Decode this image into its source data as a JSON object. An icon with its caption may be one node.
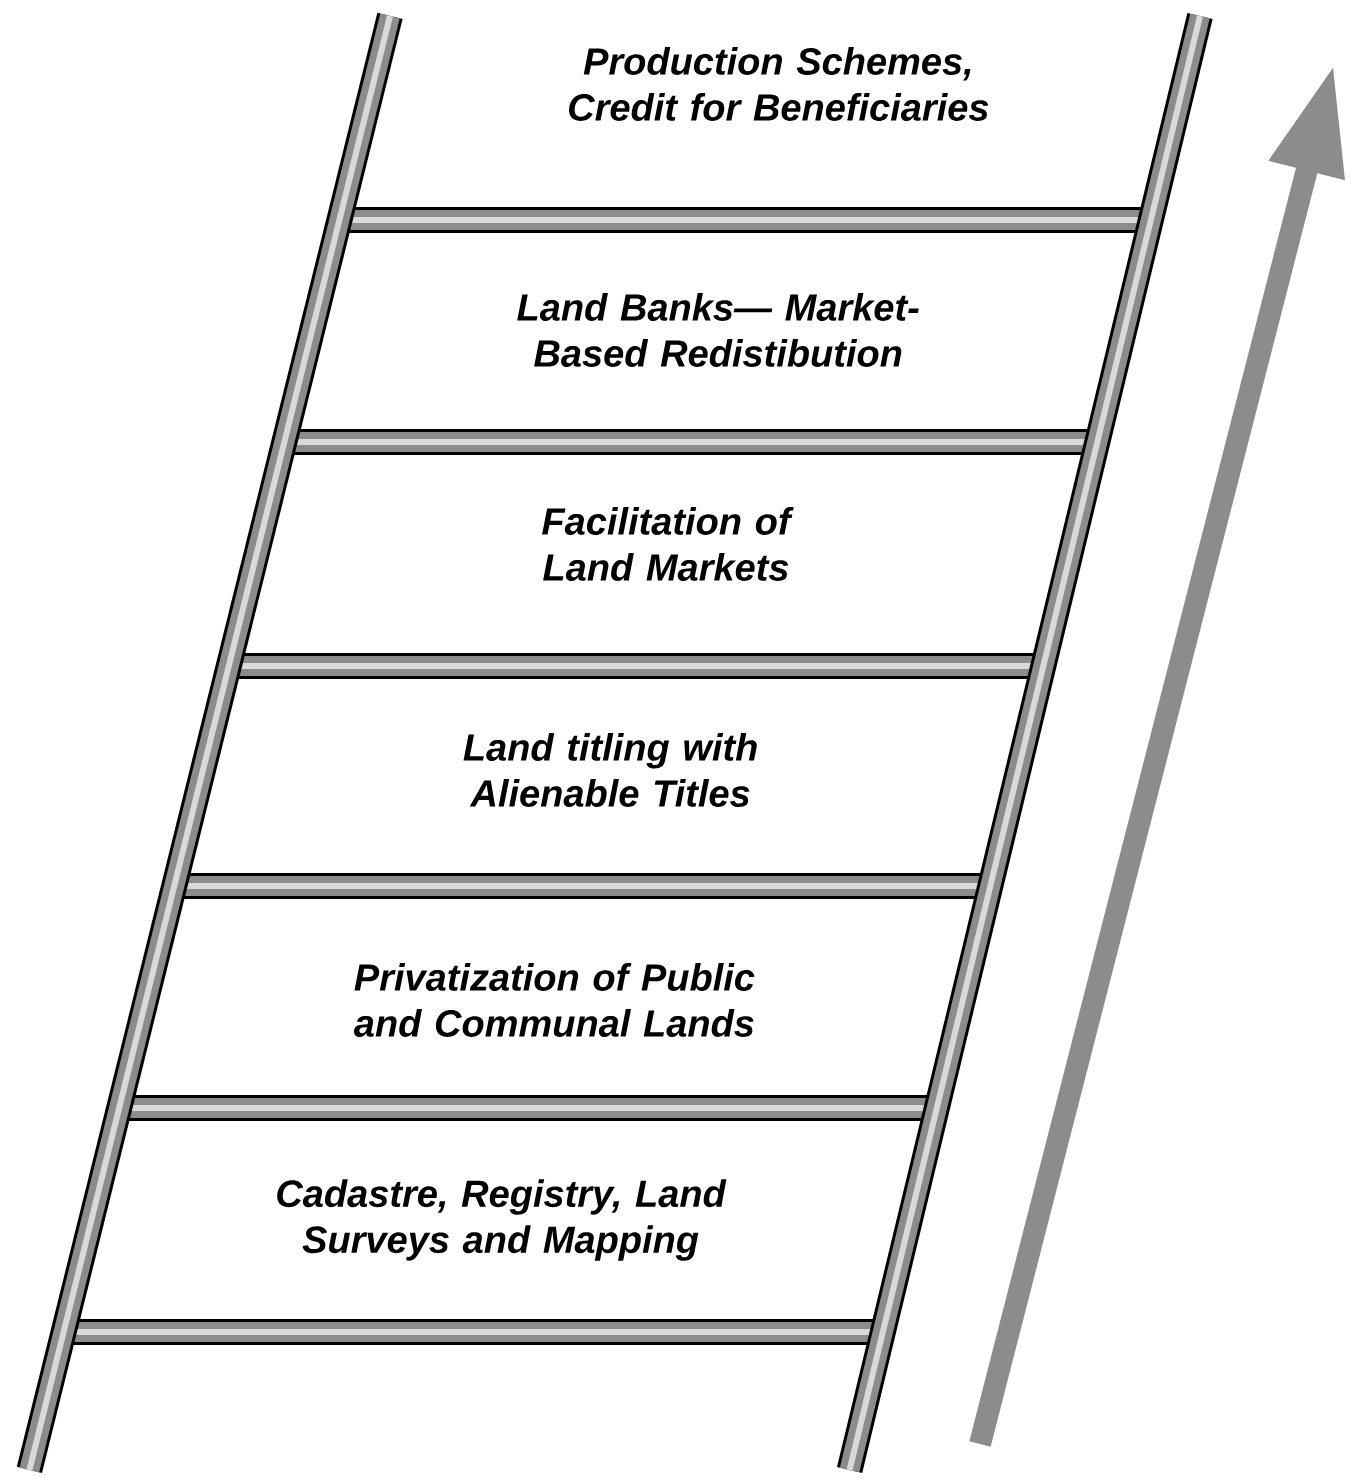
{
  "diagram": {
    "labels": [
      "Production Schemes, Credit for Beneficiaries",
      "Land Banks— Market-Based Redistibution",
      "Facilitation of Land Markets",
      "Land titling with Alienable Titles",
      "Privatization of Public and Communal Lands",
      "Cadastre, Registry, Land Surveys and Mapping"
    ]
  }
}
